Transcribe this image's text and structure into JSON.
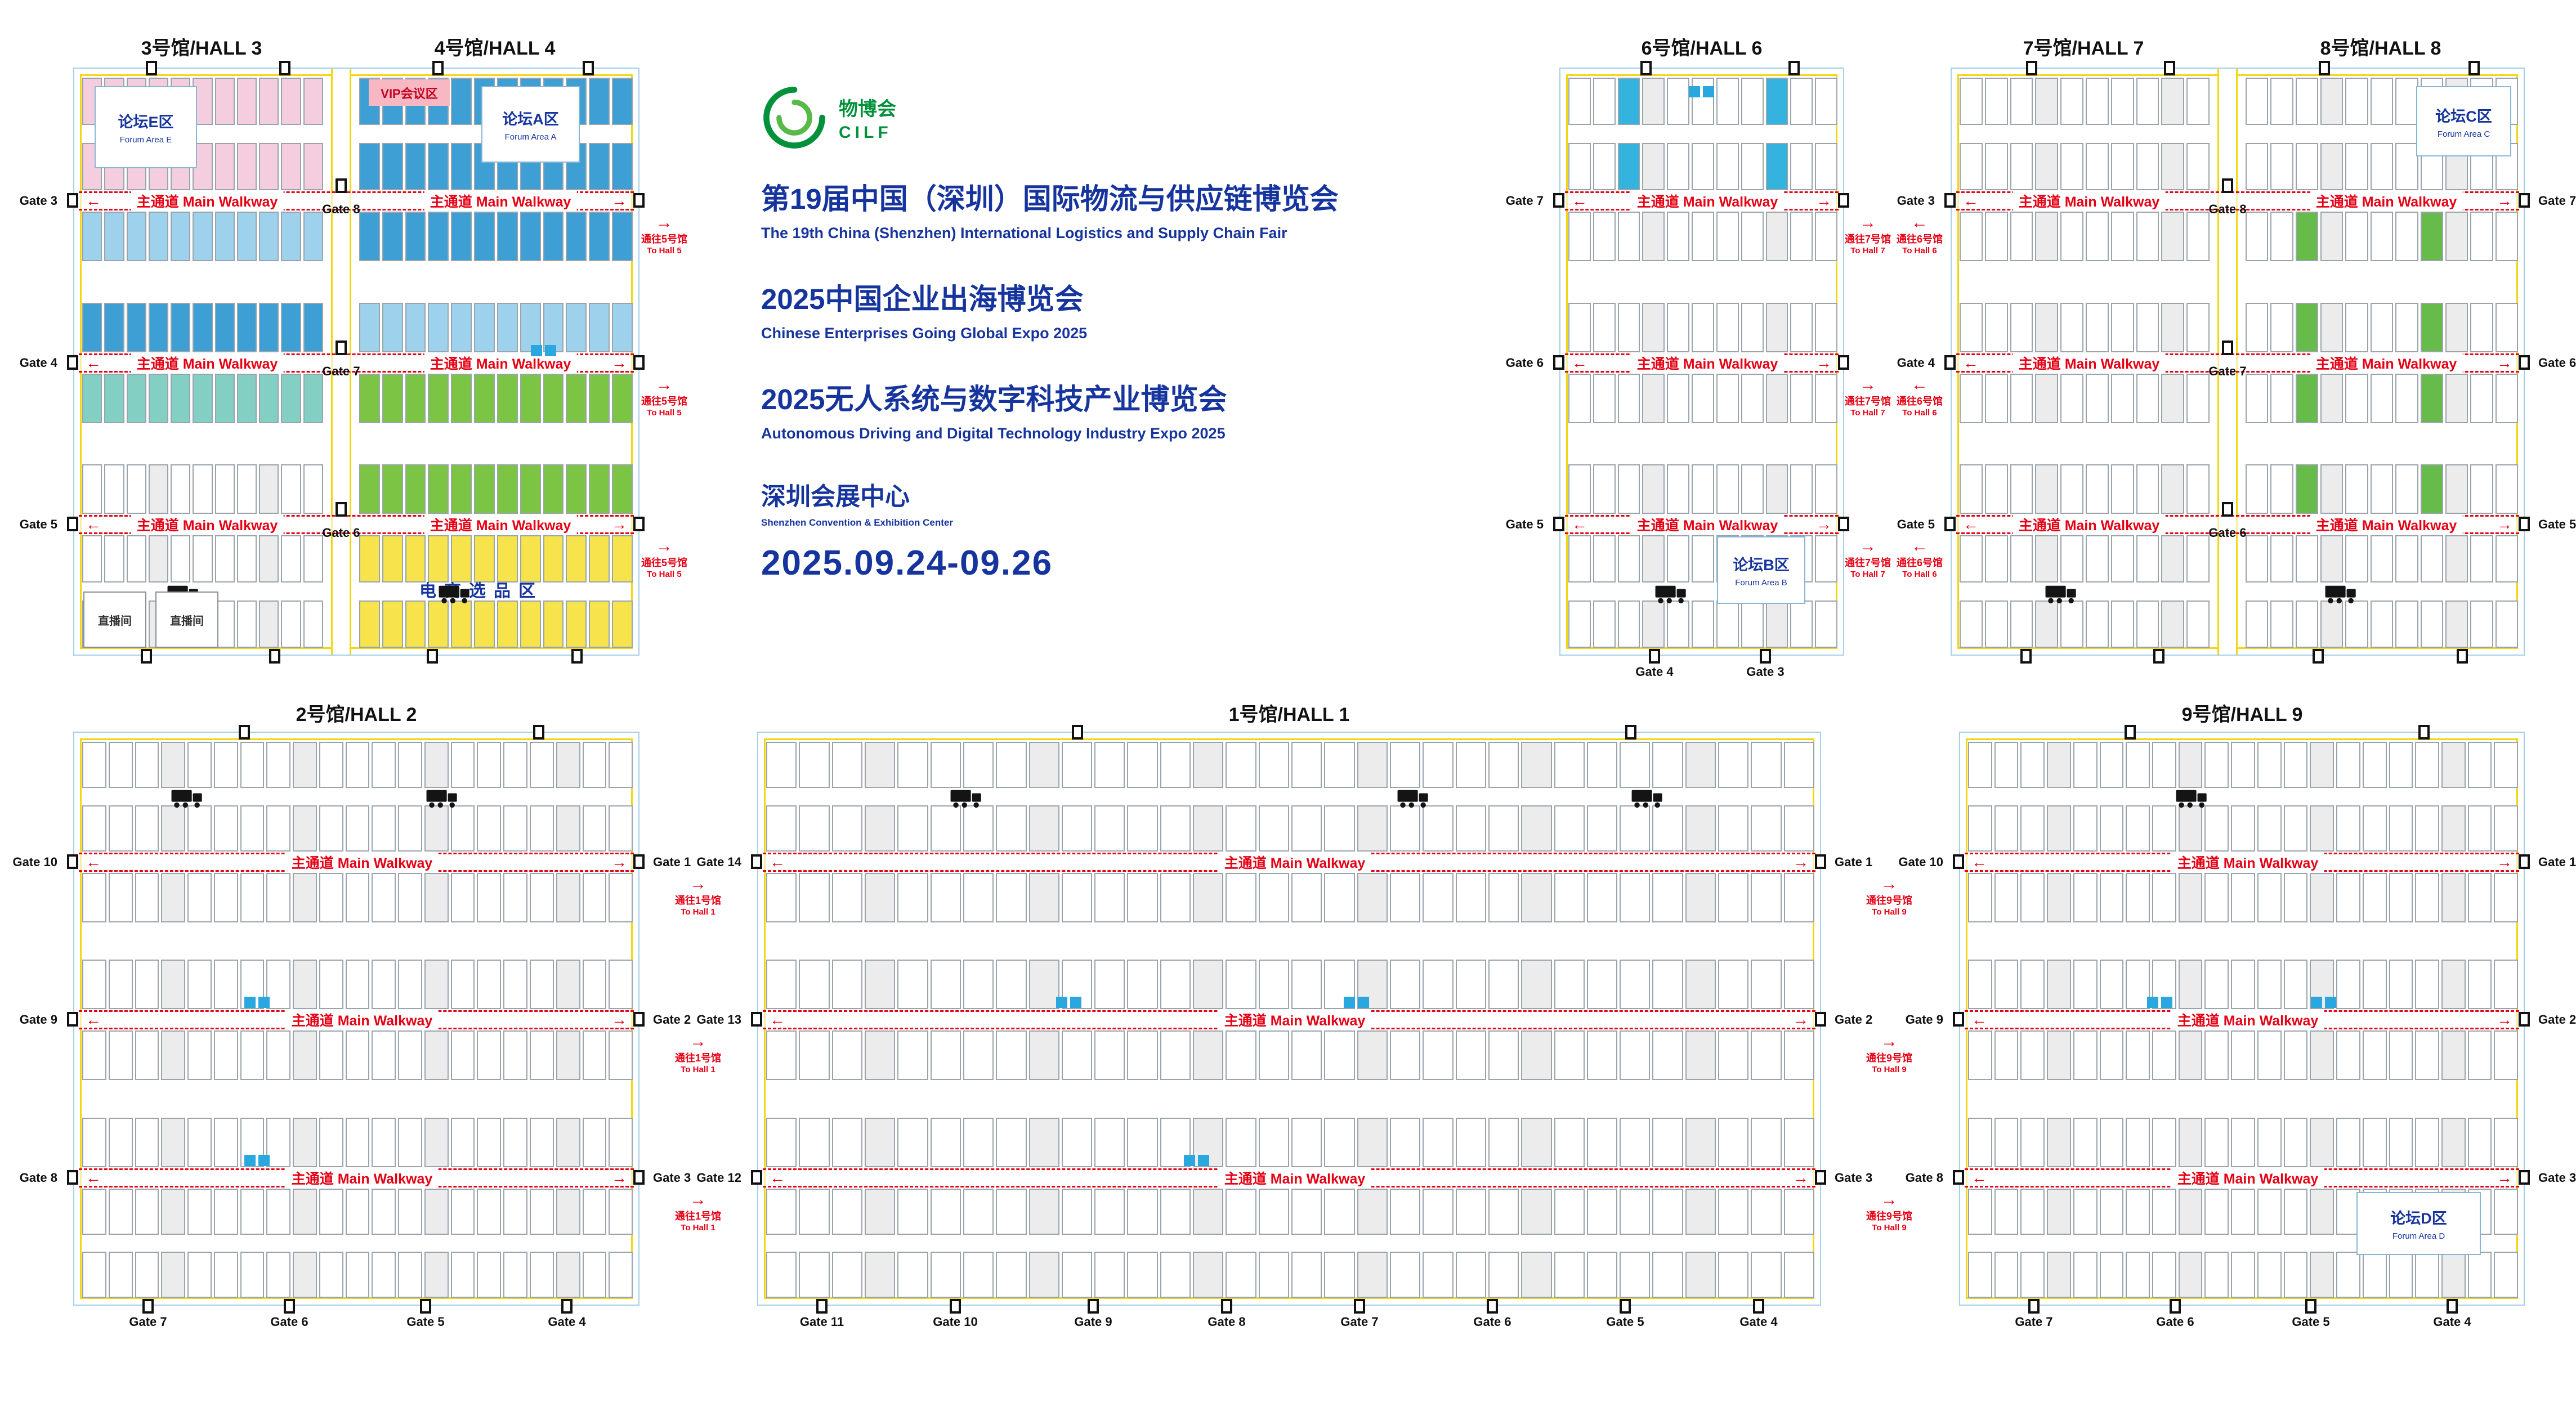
{
  "event": {
    "logo": {
      "cn": "物博会",
      "en": "CILF"
    },
    "titles": [
      {
        "cn": "第19届中国（深圳）国际物流与供应链博览会",
        "en": "The 19th China (Shenzhen) International Logistics and Supply Chain Fair"
      },
      {
        "cn": "2025中国企业出海博览会",
        "en": "Chinese Enterprises Going Global Expo 2025"
      },
      {
        "cn": "2025无人系统与数字科技产业博览会",
        "en": "Autonomous Driving and Digital Technology Industry Expo 2025"
      }
    ],
    "venue": {
      "cn": "深圳会展中心",
      "en": "Shenzhen Convention & Exhibition Center"
    },
    "dates": "2025.09.24-09.26"
  },
  "common": {
    "main_walkway": "主通道 Main Walkway",
    "live_room": "直播间",
    "vip_room": "VIP会议区",
    "ecommerce_zone": "电商选品区"
  },
  "colors": {
    "title_blue": "#16349d",
    "logo_green": "#00913a",
    "walkway_red": "#e60014",
    "hall_border": "#a6cfe8",
    "walk_line_yellow": "#f3d612",
    "booth_pink": "#f4cede",
    "booth_blue": "#3e9fd4",
    "booth_lightblue": "#9ed2ec",
    "booth_teal": "#83cfc3",
    "booth_green": "#7cc544",
    "booth_yellow": "#f7e34c",
    "booth_cyan": "#35b3df",
    "booth_green2": "#66bb4a"
  },
  "panels": [
    {
      "id": "p34",
      "halls": [
        {
          "id": "h3",
          "title": "3号馆/HALL 3",
          "forum": {
            "cn": "论坛E区",
            "en": "Forum Area E"
          },
          "bands": [
            [
              "#f4cede",
              "#f4cede"
            ],
            [
              "#9ed2ec",
              "#3e9fd4"
            ],
            [
              "#83cfc3",
              "#ffffff"
            ],
            [
              "#ffffff",
              "#ffffff"
            ]
          ]
        },
        {
          "id": "h4",
          "title": "4号馆/HALL 4",
          "forum": {
            "cn": "论坛A区",
            "en": "Forum Area A"
          },
          "bands": [
            [
              "#3e9fd4",
              "#3e9fd4"
            ],
            [
              "#3e9fd4",
              "#9ed2ec"
            ],
            [
              "#7cc544",
              "#7cc544"
            ],
            [
              "#f7e34c",
              "#f7e34c"
            ]
          ]
        }
      ],
      "gates": {
        "left": [
          "Gate 3",
          "Gate 4",
          "Gate 5"
        ],
        "middle": [
          "Gate 8",
          "Gate 7",
          "Gate 6"
        ]
      },
      "live_rooms": 2
    },
    {
      "id": "p6",
      "halls": [
        {
          "id": "h6",
          "title": "6号馆/HALL 6",
          "forum": {
            "cn": "论坛B区",
            "en": "Forum Area B"
          }
        }
      ],
      "gates": {
        "left": [
          "Gate 7",
          "Gate 6",
          "Gate 5"
        ],
        "bottom": [
          "Gate 4",
          "Gate 3"
        ]
      }
    },
    {
      "id": "p78",
      "halls": [
        {
          "id": "h7",
          "title": "7号馆/HALL 7"
        },
        {
          "id": "h8",
          "title": "8号馆/HALL 8",
          "forum": {
            "cn": "论坛C区",
            "en": "Forum Area C"
          }
        }
      ],
      "gates": {
        "left": [
          "Gate 3",
          "Gate 4",
          "Gate 5"
        ],
        "middle": [
          "Gate 8",
          "Gate 7",
          "Gate 6"
        ],
        "right": [
          "Gate 7",
          "Gate 6",
          "Gate 5"
        ]
      }
    },
    {
      "id": "p2",
      "halls": [
        {
          "id": "h2",
          "title": "2号馆/HALL 2"
        }
      ],
      "gates": {
        "left": [
          "Gate 10",
          "Gate 9",
          "Gate 8"
        ],
        "right": [
          "Gate 1",
          "Gate 2",
          "Gate 3"
        ],
        "bottom": [
          "Gate 7",
          "Gate 6",
          "Gate 5",
          "Gate 4"
        ]
      }
    },
    {
      "id": "p1",
      "halls": [
        {
          "id": "h1",
          "title": "1号馆/HALL 1"
        }
      ],
      "gates": {
        "left": [
          "Gate 14",
          "Gate 13",
          "Gate 12"
        ],
        "right": [
          "Gate 1",
          "Gate 2",
          "Gate 3"
        ],
        "bottom": [
          "Gate 11",
          "Gate 10",
          "Gate 9",
          "Gate 8",
          "Gate 7",
          "Gate 6",
          "Gate 5",
          "Gate 4"
        ]
      }
    },
    {
      "id": "p9",
      "halls": [
        {
          "id": "h9",
          "title": "9号馆/HALL 9",
          "forum": {
            "cn": "论坛D区",
            "en": "Forum Area D"
          }
        }
      ],
      "gates": {
        "left": [
          "Gate 10",
          "Gate 9",
          "Gate 8"
        ],
        "right": [
          "Gate 1",
          "Gate 2",
          "Gate 3"
        ],
        "bottom": [
          "Gate 7",
          "Gate 6",
          "Gate 5",
          "Gate 4"
        ]
      }
    }
  ],
  "connectors": [
    {
      "cn": "通往5号馆",
      "en": "To Hall 5",
      "dir": "right",
      "gap": "p34-right",
      "row": "top"
    },
    {
      "cn": "通往7号馆",
      "en": "To Hall 7",
      "dir": "right",
      "gap": "p6-right",
      "row": "top"
    },
    {
      "cn": "通往6号馆",
      "en": "To Hall 6",
      "dir": "left",
      "gap": "p78-left",
      "row": "top"
    },
    {
      "cn": "通往1号馆",
      "en": "To Hall 1",
      "dir": "right",
      "gap": "p2-p1",
      "row": "bottom"
    },
    {
      "cn": "通往9号馆",
      "en": "To Hall 9",
      "dir": "right",
      "gap": "p1-p9",
      "row": "bottom"
    }
  ]
}
